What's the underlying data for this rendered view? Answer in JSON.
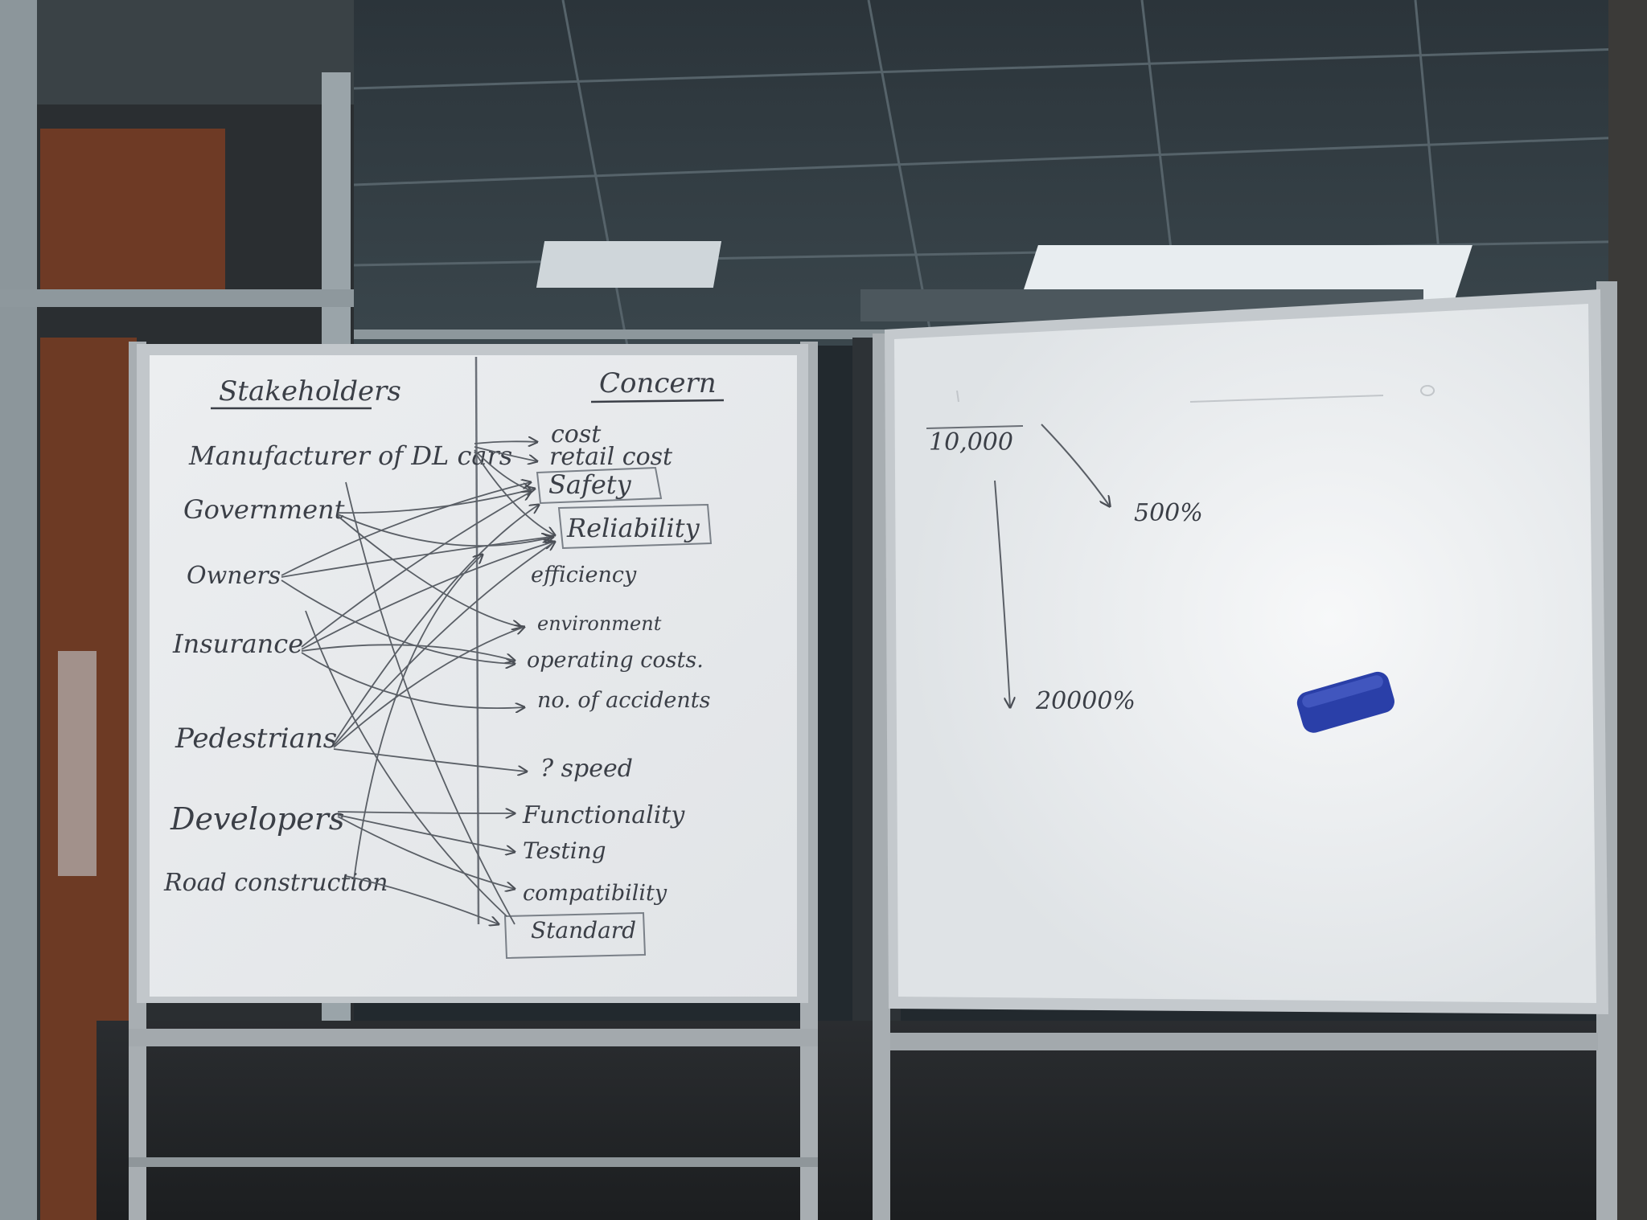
{
  "left_board": {
    "stakeholders_heading": "Stakeholders",
    "concern_heading": "Concern",
    "stakeholders": [
      "Manufacturer of DL cars",
      "Government",
      "Owners",
      "Insurance",
      "Pedestrians",
      "Developers",
      "Road construction"
    ],
    "concerns": [
      "cost",
      "retail cost",
      "Safety",
      "Reliability",
      "efficiency",
      "environment",
      "operating costs.",
      "no. of accidents",
      "? speed",
      "Functionality",
      "Testing",
      "compatibility",
      "Standard"
    ]
  },
  "right_board": {
    "top_value": "10,000",
    "right_value": "500%",
    "bottom_value": "20000%"
  },
  "colors": {
    "marker_ink": "#3b3f47",
    "whiteboard": "#e9ecee",
    "frame": "#b9bec3",
    "eraser": "#2a3fa8"
  },
  "icons": [
    "eraser-icon"
  ]
}
